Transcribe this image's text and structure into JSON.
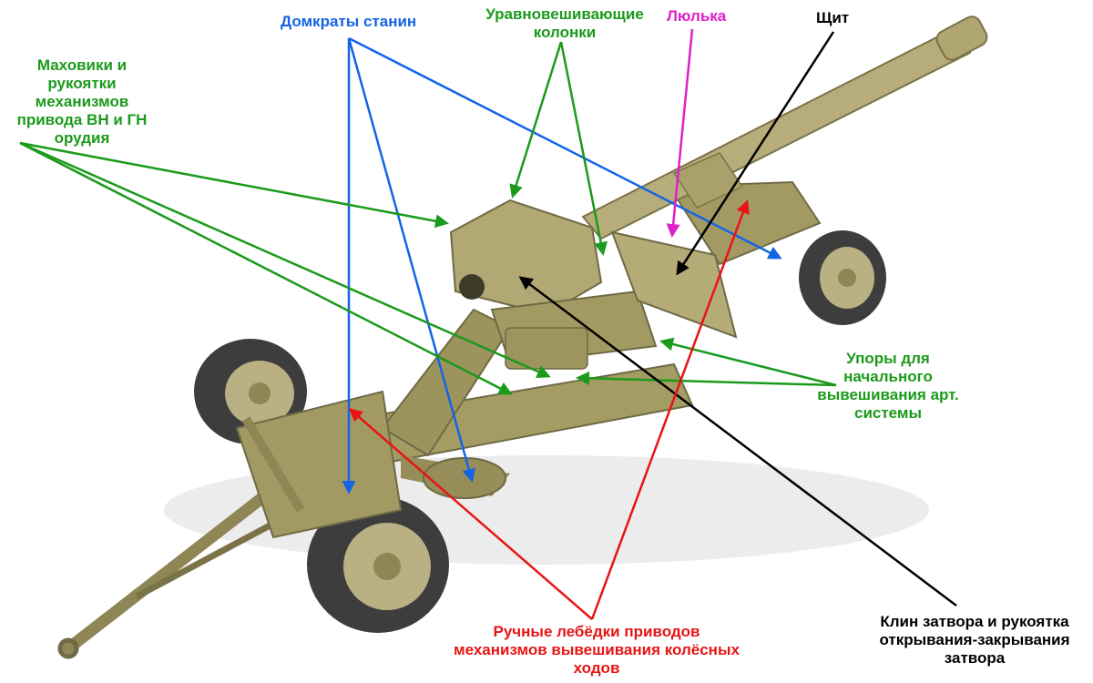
{
  "colors": {
    "blue": "#1464e6",
    "green": "#1b9a1b",
    "magenta": "#e020c8",
    "black": "#000000",
    "red": "#e81414",
    "gun_body": "#a79d66",
    "tire": "#3d3d3d",
    "hub": "#b9b083"
  },
  "labels": {
    "jacks": "Домкраты станин",
    "equilibrator": [
      "Уравновешивающие",
      "колонки"
    ],
    "cradle": "Люлька",
    "shield": "Щит",
    "handwheels": [
      "Маховики и",
      "рукоятки",
      "механизмов",
      "привода ВН и ГН",
      "орудия"
    ],
    "stops": [
      "Упоры для",
      "начального",
      "вывешивания арт.",
      "системы"
    ],
    "breech": [
      "Клин затвора и рукоятка",
      "открывания-закрывания",
      "затвора"
    ],
    "winches": [
      "Ручные лебёдки приводов",
      "механизмов вывешивания колёсных",
      "ходов"
    ]
  }
}
